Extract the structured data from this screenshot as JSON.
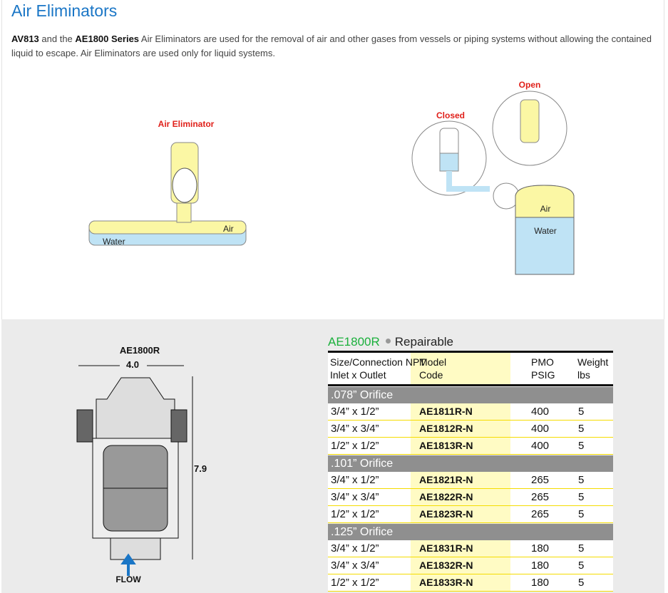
{
  "page": {
    "title": "Air Eliminators",
    "intro": {
      "b1": "AV813",
      "t1": " and the ",
      "b2": "AE1800 Series",
      "t2": " Air Eliminators are used for the removal of air and other gases from vessels or piping systems without allowing the contained liquid to escape. Air Eliminators are used only for liquid systems."
    }
  },
  "diagram_left": {
    "label": "Air Eliminator",
    "air": "Air",
    "water": "Water"
  },
  "diagram_right": {
    "open": "Open",
    "closed": "Closed",
    "air": "Air",
    "water": "Water"
  },
  "drawing": {
    "model": "AE1800R",
    "width": "4.0",
    "height": "7.9",
    "flow": "FLOW"
  },
  "table": {
    "series": "AE1800R",
    "subtitle": "Repairable",
    "headers": {
      "size1": "Size/Connection NPT",
      "size2": "Inlet x Outlet",
      "model1": "Model",
      "model2": "Code",
      "pmo1": "PMO",
      "pmo2": "PSIG",
      "wt1": "Weight",
      "wt2": "lbs"
    },
    "groups": [
      {
        "name": ".078” Orifice",
        "rows": [
          {
            "size": "3/4” x 1/2”",
            "model": "AE1811R-N",
            "pmo": "400",
            "wt": "5"
          },
          {
            "size": "3/4” x 3/4”",
            "model": "AE1812R-N",
            "pmo": "400",
            "wt": "5"
          },
          {
            "size": "1/2” x 1/2”",
            "model": "AE1813R-N",
            "pmo": "400",
            "wt": "5"
          }
        ]
      },
      {
        "name": ".101” Orifice",
        "rows": [
          {
            "size": "3/4” x 1/2”",
            "model": "AE1821R-N",
            "pmo": "265",
            "wt": "5"
          },
          {
            "size": "3/4” x 3/4”",
            "model": "AE1822R-N",
            "pmo": "265",
            "wt": "5"
          },
          {
            "size": "1/2” x 1/2”",
            "model": "AE1823R-N",
            "pmo": "265",
            "wt": "5"
          }
        ]
      },
      {
        "name": ".125” Orifice",
        "rows": [
          {
            "size": "3/4” x 1/2”",
            "model": "AE1831R-N",
            "pmo": "180",
            "wt": "5"
          },
          {
            "size": "3/4” x 3/4”",
            "model": "AE1832R-N",
            "pmo": "180",
            "wt": "5"
          },
          {
            "size": "1/2” x 1/2”",
            "model": "AE1833R-N",
            "pmo": "180",
            "wt": "5"
          }
        ]
      }
    ]
  }
}
